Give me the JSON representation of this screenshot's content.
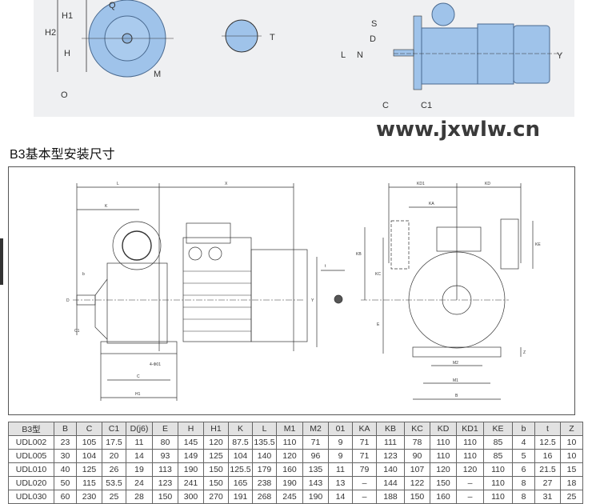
{
  "top_labels": {
    "h1": "H1",
    "h2": "H2",
    "h": "H",
    "m": "M",
    "o": "O",
    "t": "T",
    "s": "S",
    "d": "D",
    "n": "N",
    "l": "L",
    "y": "Y",
    "c": "C",
    "c1": "C1",
    "q": "Q"
  },
  "heading": "B3基本型安装尺寸",
  "drawing_labels": {
    "l": "L",
    "x": "X",
    "k": "K",
    "b": "b",
    "d": "D",
    "c1": "C1",
    "h1": "H1",
    "c": "C",
    "fourm": "4-Φ01",
    "y": "Y",
    "kd1": "KD1",
    "kd": "KD",
    "ka": "KA",
    "ke": "KE",
    "kb": "KB",
    "kc": "KC",
    "e": "E",
    "z": "Z",
    "m2": "M2",
    "m1": "M1",
    "bb": "B",
    "t": "t"
  },
  "table": {
    "headers": [
      "B3型",
      "B",
      "C",
      "C1",
      "D(j6)",
      "E",
      "H",
      "H1",
      "K",
      "L",
      "M1",
      "M2",
      "01",
      "KA",
      "KB",
      "KC",
      "KD",
      "KD1",
      "KE",
      "b",
      "t",
      "Z"
    ],
    "rows": [
      [
        "UDL002",
        "23",
        "105",
        "17.5",
        "11",
        "80",
        "145",
        "120",
        "87.5",
        "135.5",
        "110",
        "71",
        "9",
        "71",
        "111",
        "78",
        "110",
        "110",
        "85",
        "4",
        "12.5",
        "10"
      ],
      [
        "UDL005",
        "30",
        "104",
        "20",
        "14",
        "93",
        "149",
        "125",
        "104",
        "140",
        "120",
        "96",
        "9",
        "71",
        "123",
        "90",
        "110",
        "110",
        "85",
        "5",
        "16",
        "10"
      ],
      [
        "UDL010",
        "40",
        "125",
        "26",
        "19",
        "113",
        "190",
        "150",
        "125.5",
        "179",
        "160",
        "135",
        "11",
        "79",
        "140",
        "107",
        "120",
        "120",
        "110",
        "6",
        "21.5",
        "15"
      ],
      [
        "UDL020",
        "50",
        "115",
        "53.5",
        "24",
        "123",
        "241",
        "150",
        "165",
        "238",
        "190",
        "143",
        "13",
        "–",
        "144",
        "122",
        "150",
        "–",
        "110",
        "8",
        "27",
        "18"
      ],
      [
        "UDL030",
        "60",
        "230",
        "25",
        "28",
        "150",
        "300",
        "270",
        "191",
        "268",
        "245",
        "190",
        "14",
        "–",
        "188",
        "150",
        "160",
        "–",
        "110",
        "8",
        "31",
        "25"
      ]
    ]
  },
  "watermark": "www.jxwlw.cn"
}
